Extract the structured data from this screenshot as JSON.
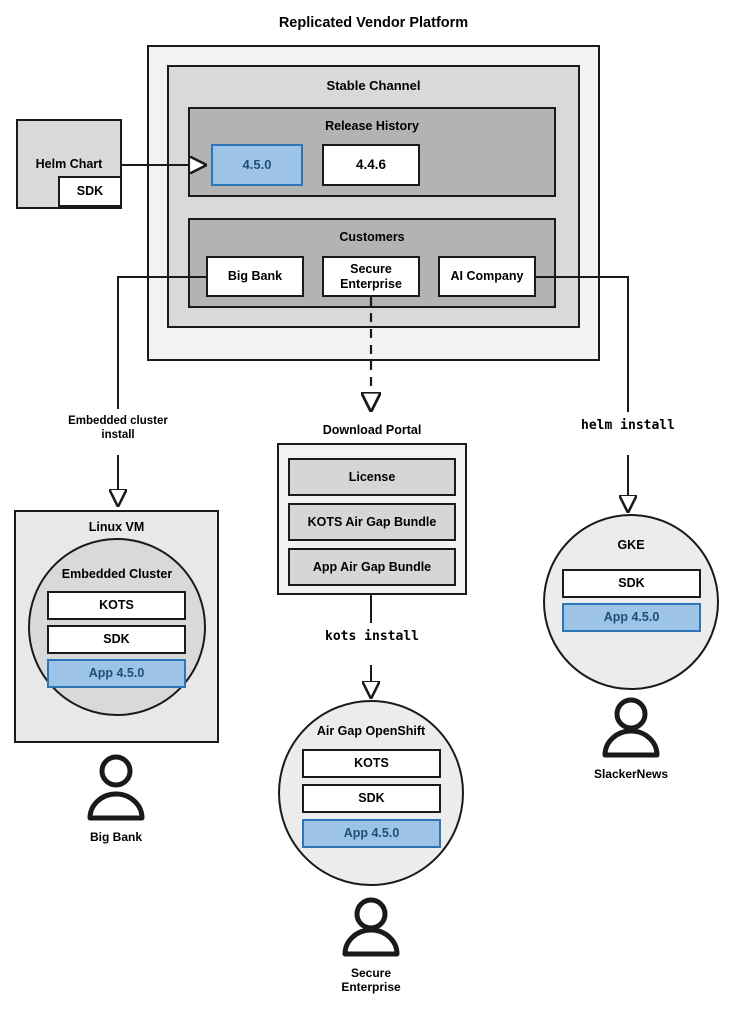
{
  "diagram": {
    "title": "Replicated Vendor Platform",
    "platform": {
      "channel_title": "Stable Channel",
      "release_history": {
        "title": "Release History",
        "releases": [
          {
            "version": "4.5.0",
            "highlighted": true
          },
          {
            "version": "4.4.6",
            "highlighted": false
          }
        ]
      },
      "customers": {
        "title": "Customers",
        "items": [
          {
            "name": "Big Bank"
          },
          {
            "name": "Secure\nEnterprise"
          },
          {
            "name": "AI Company"
          }
        ]
      }
    },
    "source": {
      "title": "Helm Chart",
      "sub": "SDK"
    },
    "edge_labels": {
      "embedded": "Embedded cluster\ninstall",
      "kots": "kots install",
      "helm": "helm install"
    },
    "download_portal": {
      "title": "Download Portal",
      "items": [
        "License",
        "KOTS Air Gap Bundle",
        "App Air Gap Bundle"
      ]
    },
    "targets": [
      {
        "id": "linux-vm",
        "outer_title": "Linux VM",
        "inner_title": "Embedded Cluster",
        "components": [
          {
            "label": "KOTS",
            "style": "white"
          },
          {
            "label": "SDK",
            "style": "white"
          },
          {
            "label": "App 4.5.0",
            "style": "blue"
          }
        ],
        "persona": "Big Bank"
      },
      {
        "id": "air-gap-openshift",
        "outer_title": "Air Gap OpenShift",
        "inner_title": "",
        "components": [
          {
            "label": "KOTS",
            "style": "white"
          },
          {
            "label": "SDK",
            "style": "white"
          },
          {
            "label": "App 4.5.0",
            "style": "blue"
          }
        ],
        "persona": "Secure\nEnterprise"
      },
      {
        "id": "gke",
        "outer_title": "GKE",
        "inner_title": "",
        "components": [
          {
            "label": "SDK",
            "style": "white"
          },
          {
            "label": "App 4.5.0",
            "style": "blue"
          }
        ],
        "persona": "SlackerNews"
      }
    ],
    "colors": {
      "accent_blue_fill": "#9dc3e6",
      "accent_blue_border": "#2e75b6",
      "accent_blue_text": "#1f4e79",
      "stroke": "#1a1a1a",
      "platform_bg": "#f2f2f2",
      "channel_bg": "#d9d9d9",
      "group_bg": "#b3b3b3",
      "circle_bg": "#ececec",
      "circle_inner_bg": "#d9d9d9",
      "portal_item_bg": "#d6d6d6"
    }
  }
}
